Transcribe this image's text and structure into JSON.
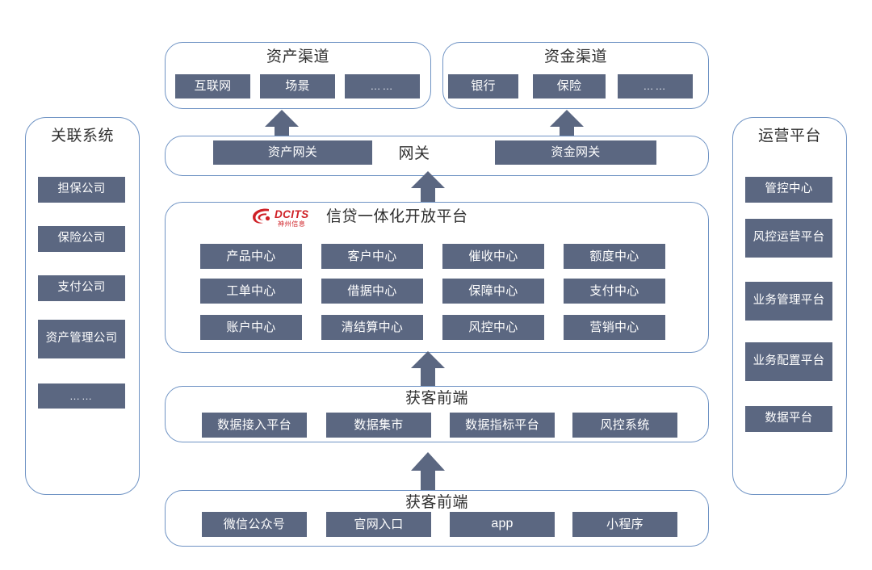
{
  "diagram": {
    "title": "信贷一体化开放平台",
    "colors": {
      "chip_fill": "#5b6781",
      "panel_border": "#6f93c4",
      "arrow_fill": "#5b6781",
      "caption_text": "#2f2f2f",
      "logo_red": "#cf2026"
    }
  },
  "asset_channel": {
    "caption": "资产渠道",
    "items": [
      {
        "label": "互联网"
      },
      {
        "label": "场景"
      },
      {
        "label": "……"
      }
    ]
  },
  "fund_channel": {
    "caption": "资金渠道",
    "items": [
      {
        "label": "银行"
      },
      {
        "label": "保险"
      },
      {
        "label": "……"
      }
    ]
  },
  "gateway": {
    "caption": "网关",
    "items": [
      {
        "label": "资产网关"
      },
      {
        "label": "资金网关"
      }
    ]
  },
  "platform": {
    "caption": "信贷一体化开放平台",
    "logo": {
      "en": "DCITS",
      "cn": "神州信息",
      "icon": "dcits-swoosh-logo"
    },
    "centers": [
      {
        "label": "产品中心"
      },
      {
        "label": "客户中心"
      },
      {
        "label": "催收中心"
      },
      {
        "label": "额度中心"
      },
      {
        "label": "工单中心"
      },
      {
        "label": "借据中心"
      },
      {
        "label": "保障中心"
      },
      {
        "label": "支付中心"
      },
      {
        "label": "账户中心"
      },
      {
        "label": "清结算中心"
      },
      {
        "label": "风控中心"
      },
      {
        "label": "营销中心"
      }
    ]
  },
  "data_layer": {
    "caption": "获客前端",
    "items": [
      {
        "label": "数据接入平台"
      },
      {
        "label": "数据集市"
      },
      {
        "label": "数据指标平台"
      },
      {
        "label": "风控系统"
      }
    ]
  },
  "frontend_layer": {
    "caption": "获客前端",
    "items": [
      {
        "label": "微信公众号"
      },
      {
        "label": "官网入口"
      },
      {
        "label": "app"
      },
      {
        "label": "小程序"
      }
    ]
  },
  "related_systems": {
    "caption": "关联系统",
    "items": [
      {
        "label": "担保公司"
      },
      {
        "label": "保险公司"
      },
      {
        "label": "支付公司"
      },
      {
        "label": "资产管理公司"
      },
      {
        "label": "……"
      }
    ]
  },
  "operation_platform": {
    "caption": "运营平台",
    "items": [
      {
        "label": "管控中心"
      },
      {
        "label": "风控运营平台"
      },
      {
        "label": "业务管理平台"
      },
      {
        "label": "业务配置平台"
      },
      {
        "label": "数据平台"
      }
    ]
  }
}
